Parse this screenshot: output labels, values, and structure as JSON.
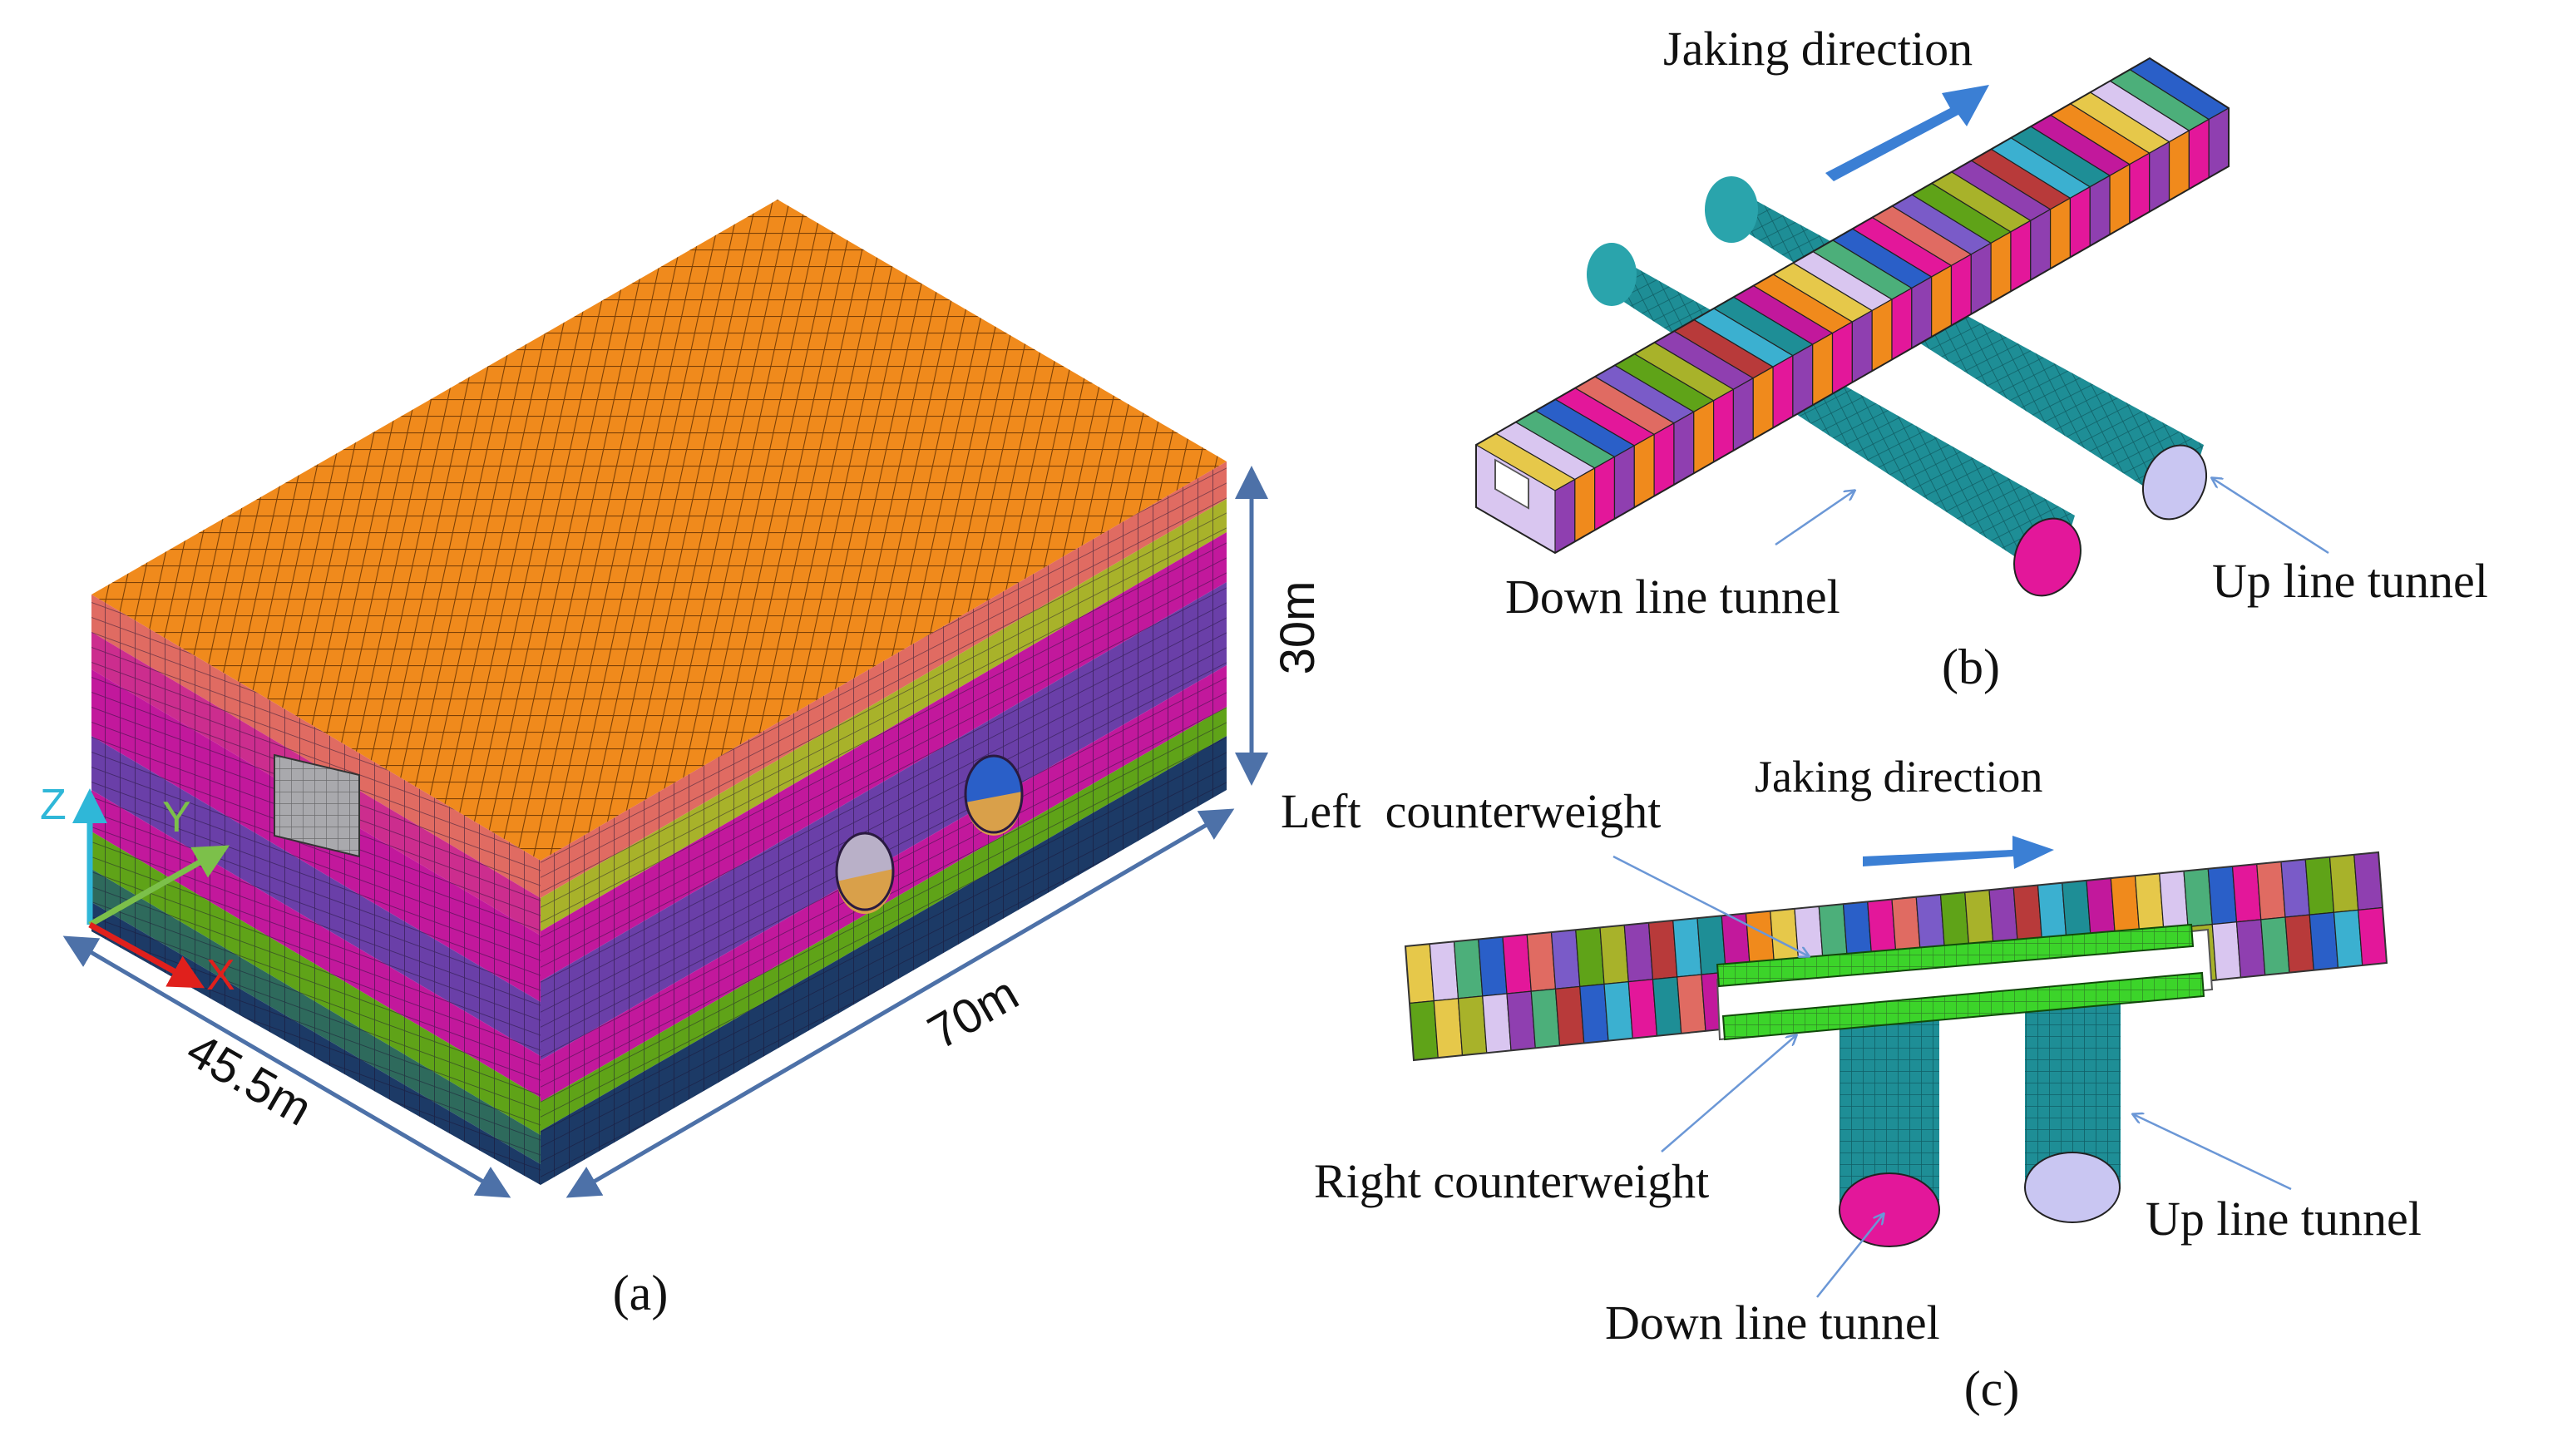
{
  "colors": {
    "top_orange": "#F08A1C",
    "front_purple": "#6A3FA8",
    "magenta": "#C2189C",
    "green": "#5FA318",
    "navy": "#1C3A66",
    "salmon": "#E06B62",
    "olive": "#A8B22A",
    "tunnel_teal": "#1E8E96",
    "dim_arrow": "#4D71A8",
    "jack_arrow": "#3B7FD4",
    "leader": "#6B97D6",
    "axis_x": "#E0201C",
    "axis_y": "#7CC04A",
    "axis_z": "#2FB7D8"
  },
  "icons": {
    "axis_triad": "xyz-axes-icon",
    "jack_arrow": "block-arrow-icon"
  },
  "panel_a": {
    "caption": "(a)",
    "dim_width": "45.5m",
    "dim_length": "70m",
    "dim_height": "30m",
    "axis_x": "X",
    "axis_y": "Y",
    "axis_z": "Z"
  },
  "panel_b": {
    "caption": "(b)",
    "jacking_direction": "Jaking direction",
    "down_line": "Down line tunnel",
    "up_line": "Up line tunnel"
  },
  "panel_c": {
    "caption": "(c)",
    "jacking_direction": "Jaking direction",
    "left_counterweight": "Left  counterweight",
    "right_counterweight": "Right counterweight",
    "down_line": "Down line tunnel",
    "up_line": "Up line tunnel"
  }
}
